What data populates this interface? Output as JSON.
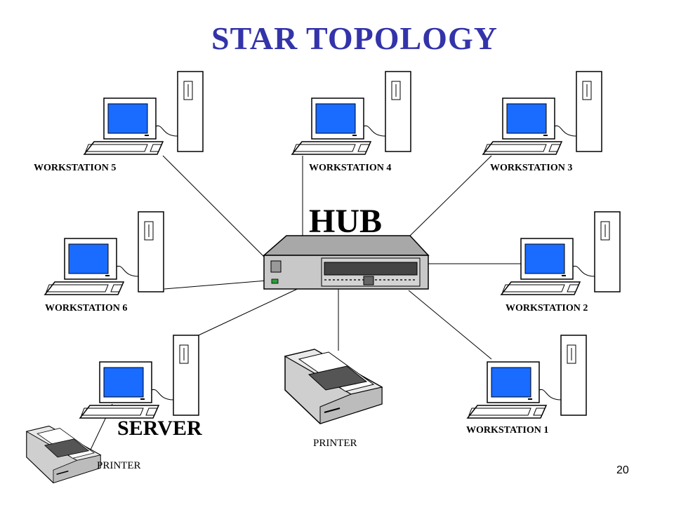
{
  "title": "STAR  TOPOLOGY",
  "hub": {
    "label": "HUB"
  },
  "server": {
    "label": "SERVER"
  },
  "workstations": [
    {
      "label": "WORKSTATION 1"
    },
    {
      "label": "WORKSTATION 2"
    },
    {
      "label": "WORKSTATION 3"
    },
    {
      "label": "WORKSTATION 4"
    },
    {
      "label": "WORKSTATION 5"
    },
    {
      "label": "WORKSTATION 6"
    }
  ],
  "printers": [
    {
      "label": "PRINTER"
    },
    {
      "label": "PRINTER"
    }
  ],
  "slide_number": "20",
  "colors": {
    "title": "#3333aa",
    "screen": "#1a6bff",
    "led": "#2e9e3a"
  }
}
